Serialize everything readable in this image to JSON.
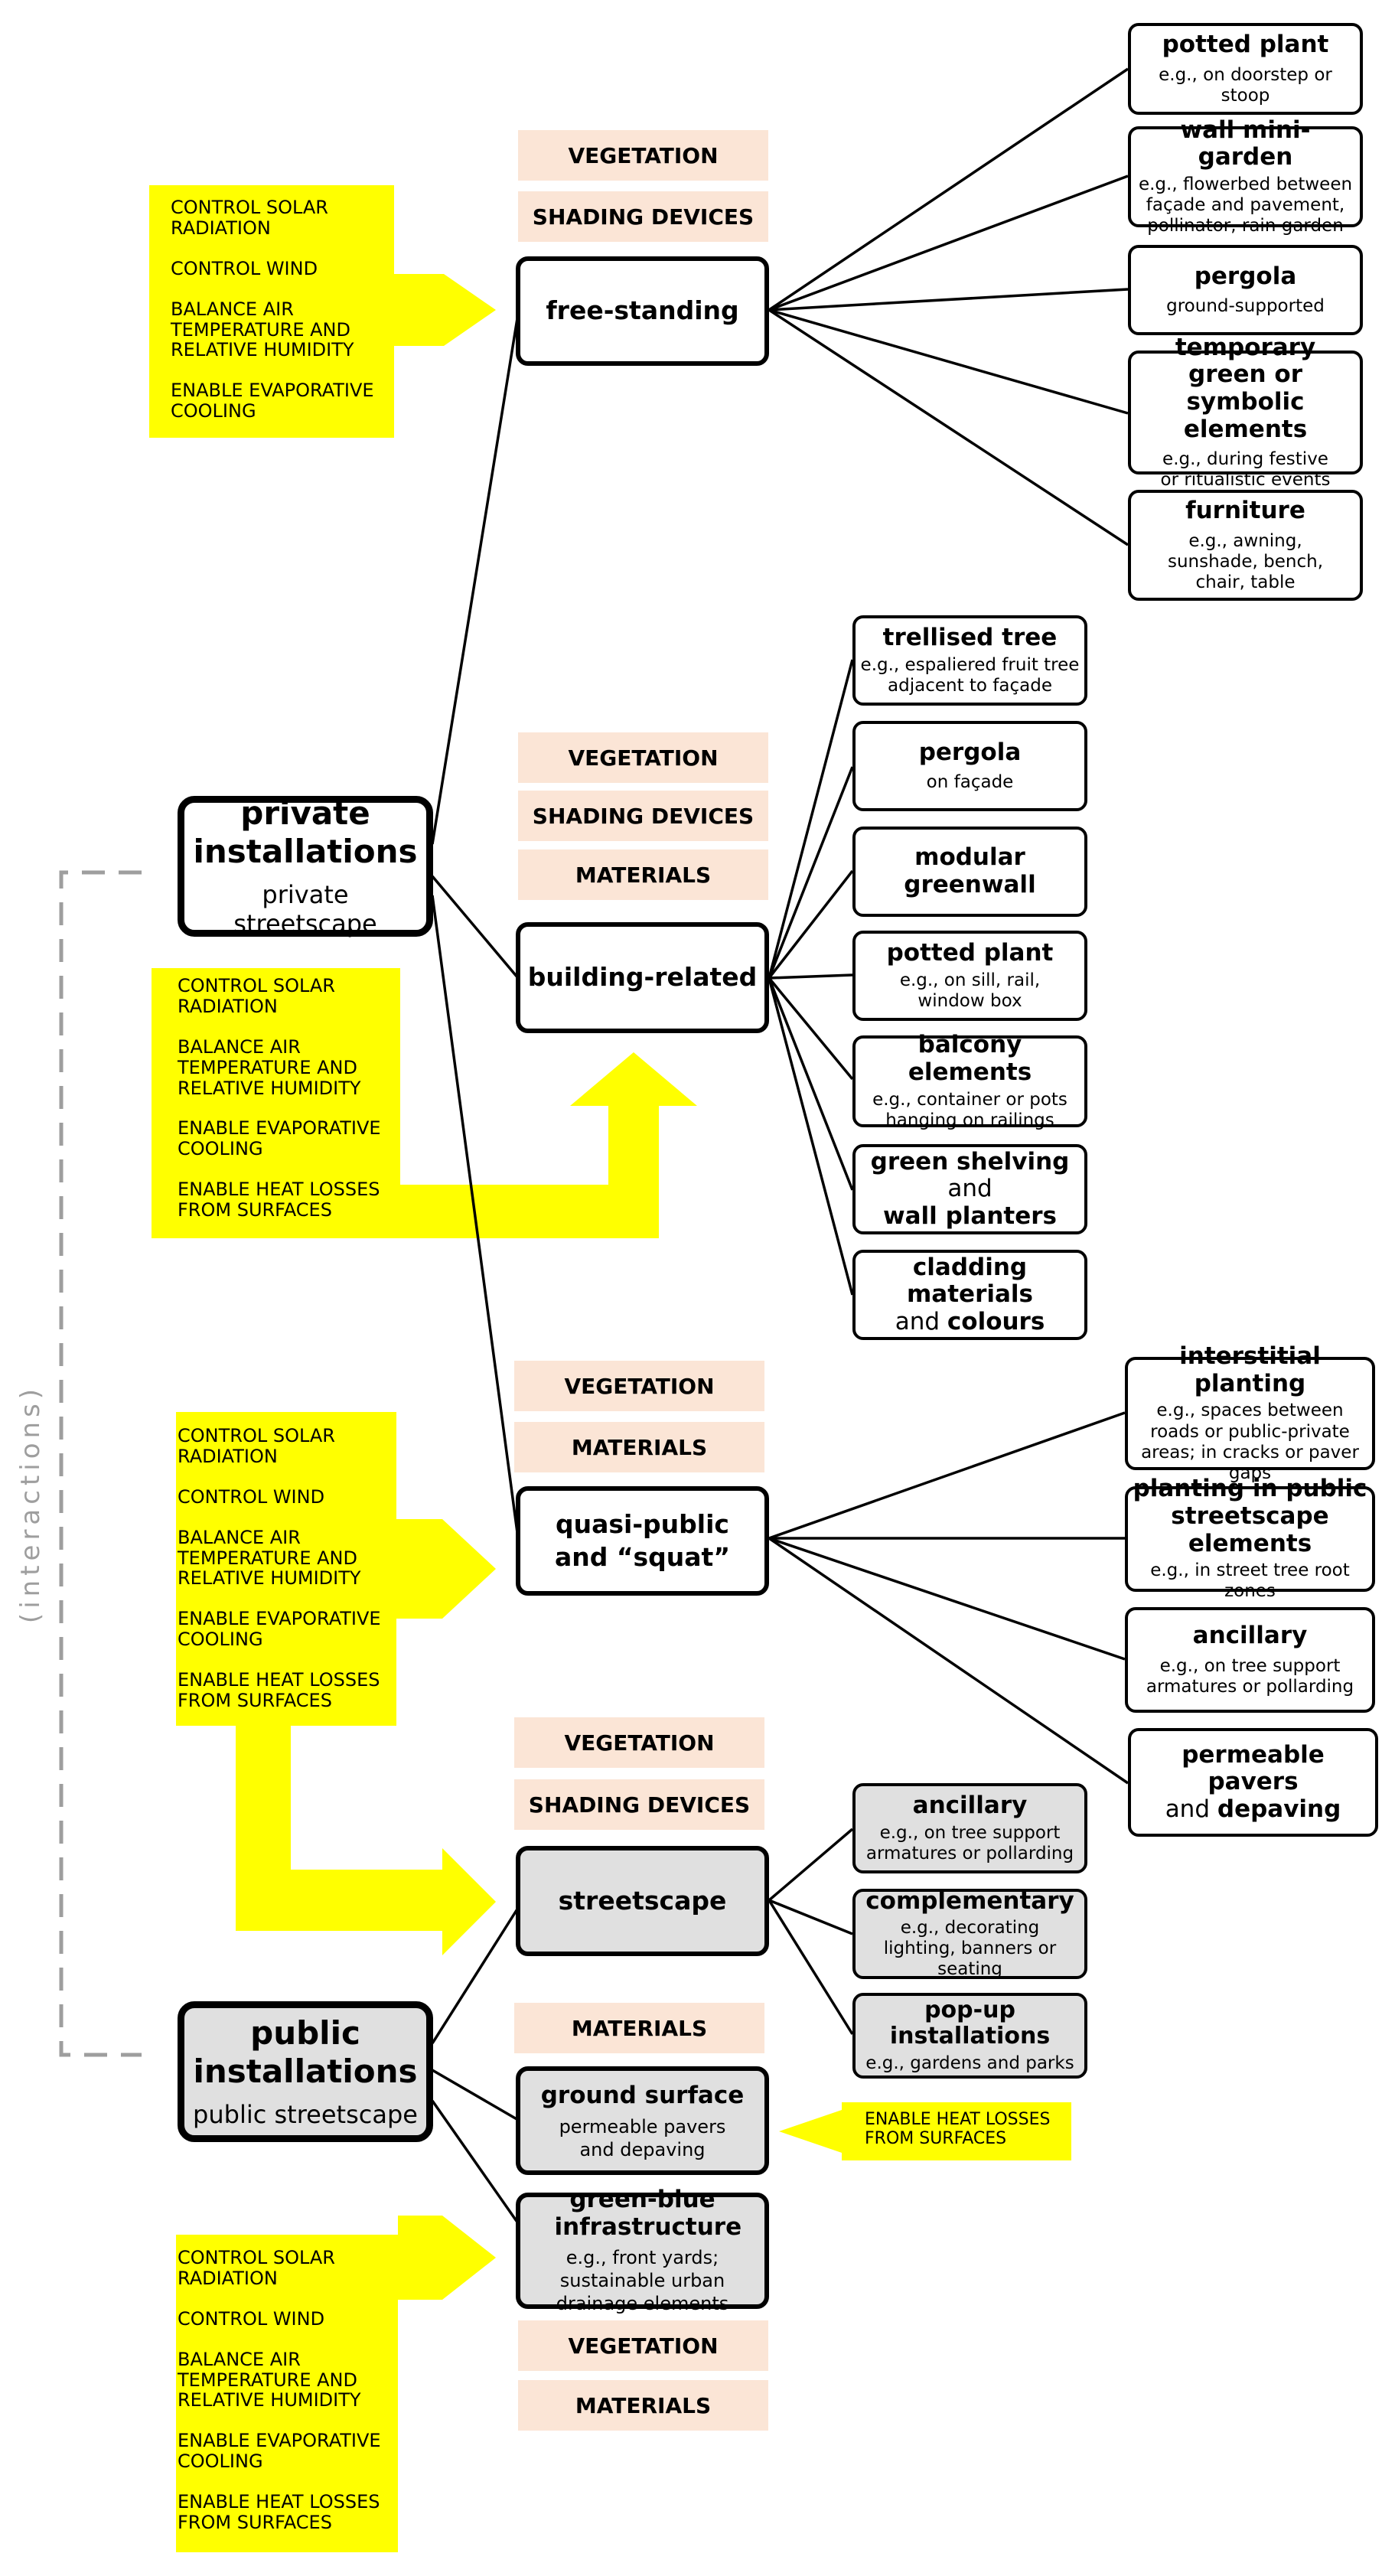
{
  "colors": {
    "callout_yellow": "#ffff00",
    "category_fill": "#fbe5d6",
    "public_fill": "#e0e0e0",
    "interactions_dash": "#9e9e9e"
  },
  "interactions_label": "(interactions)",
  "roots": {
    "private": {
      "title": "private installations",
      "subtitle": "private streetscape"
    },
    "public": {
      "title": "public installations",
      "subtitle": "public streetscape"
    }
  },
  "branches": {
    "free_standing": {
      "title": "free-standing"
    },
    "building_related": {
      "title": "building-related"
    },
    "quasi_public": {
      "title": "quasi-public and “squat”"
    },
    "streetscape": {
      "title": "streetscape"
    },
    "ground_surface": {
      "title": "ground surface",
      "subtitle": "permeable pavers and depaving"
    },
    "green_blue": {
      "title": "green-blue infrastructure",
      "subtitle": "e.g., front yards; sustainable urban drainage elements"
    }
  },
  "categories": {
    "vegetation": "VEGETATION",
    "shading": "SHADING DEVICES",
    "materials": "MATERIALS"
  },
  "strategies": {
    "solar": "CONTROL SOLAR RADIATION",
    "wind": "CONTROL WIND",
    "air": "BALANCE AIR TEMPERATURE AND RELATIVE HUMIDITY",
    "evap": "ENABLE EVAPORATIVE COOLING",
    "heat": "ENABLE HEAT LOSSES FROM SURFACES"
  },
  "leaves": {
    "fs_potted": {
      "title": "potted plant",
      "subtitle": "e.g., on doorstep or stoop"
    },
    "fs_wall": {
      "title": "wall mini-garden",
      "subtitle": "e.g., flowerbed between façade and pavement, pollinator, rain garden"
    },
    "fs_pergola": {
      "title": "pergola",
      "subtitle": "ground-supported"
    },
    "fs_temp": {
      "title": "temporary green or symbolic elements",
      "subtitle": "e.g., during festive or ritualistic events"
    },
    "fs_furniture": {
      "title": "furniture",
      "subtitle": "e.g., awning, sunshade, bench, chair, table"
    },
    "br_trellised": {
      "title": "trellised tree",
      "subtitle": "e.g., espaliered fruit tree adjacent to façade"
    },
    "br_pergola": {
      "title": "pergola",
      "subtitle": "on façade"
    },
    "br_greenwall": {
      "title": "modular greenwall"
    },
    "br_potted": {
      "title": "potted plant",
      "subtitle": "e.g., on sill, rail, window box"
    },
    "br_balcony": {
      "title": "balcony elements",
      "subtitle": "e.g., container or pots hanging on railings"
    },
    "br_shelving": {
      "part1": "green shelving",
      "part2": " and",
      "part3": "wall planters"
    },
    "br_cladding": {
      "part1": "cladding materials",
      "part2": "and ",
      "part3": "colours"
    },
    "qp_interstitial": {
      "title": "interstitial planting",
      "subtitle": "e.g., spaces between roads or public-private areas; in cracks or paver gaps"
    },
    "qp_public": {
      "title": "planting in public streetscape elements",
      "subtitle": "e.g., in street tree root zones"
    },
    "qp_ancillary": {
      "title": "ancillary",
      "subtitle": "e.g., on tree support armatures or pollarding"
    },
    "qp_pavers": {
      "part1": "permeable pavers",
      "part2": "and ",
      "part3": "depaving"
    },
    "ss_ancillary": {
      "title": "ancillary",
      "subtitle": "e.g., on tree support armatures or pollarding"
    },
    "ss_complementary": {
      "title": "complementary",
      "subtitle": "e.g., decorating lighting, banners or seating"
    },
    "ss_popup": {
      "title": "pop-up installations",
      "subtitle": "e.g., gardens and parks"
    }
  }
}
